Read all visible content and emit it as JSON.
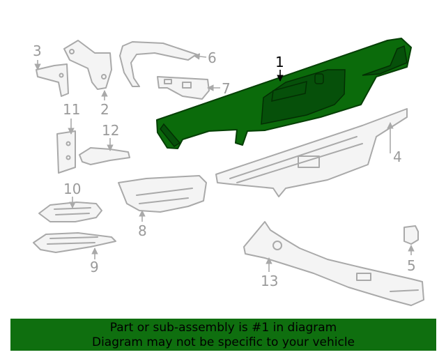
{
  "callouts": {
    "c1": "1",
    "c2": "2",
    "c3": "3",
    "c4": "4",
    "c5": "5",
    "c6": "6",
    "c7": "7",
    "c8": "8",
    "c9": "9",
    "c10": "10",
    "c11": "11",
    "c12": "12",
    "c13": "13"
  },
  "highlighted_part": "1",
  "colors": {
    "highlight": "#0b6b0b",
    "banner": "#0f6f0f",
    "part_line": "#a9a9a9"
  },
  "banner": {
    "line1": "Part or sub-assembly is #1 in diagram",
    "line2": "Diagram may not be specific to your vehicle"
  }
}
